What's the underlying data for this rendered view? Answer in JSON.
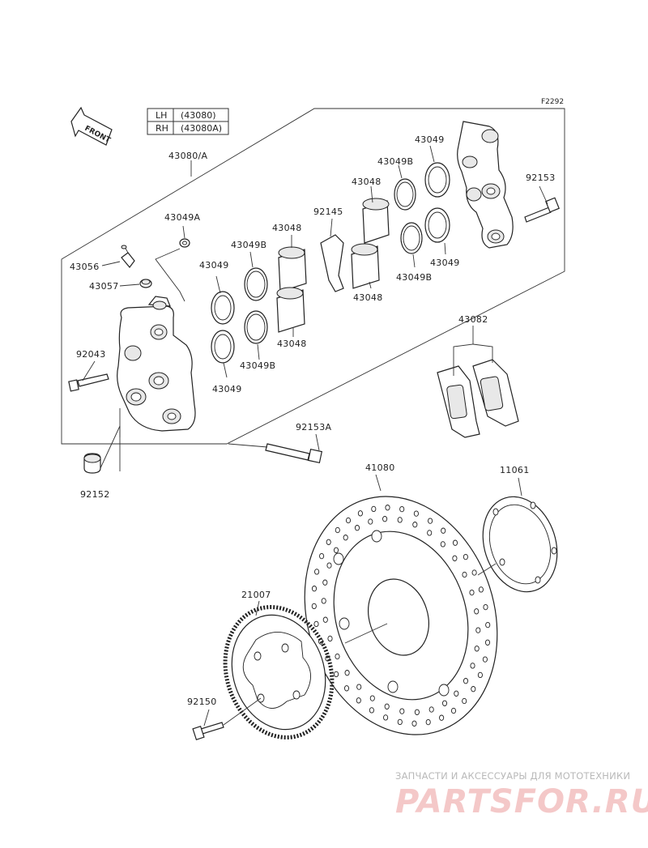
{
  "figure_code": "F2292",
  "front_label": "FRONT",
  "variant_table": {
    "rows": [
      {
        "side": "LH",
        "part": "(43080)"
      },
      {
        "side": "RH",
        "part": "(43080A)"
      }
    ]
  },
  "parts": {
    "p43080": "43080/A",
    "p43049A": "43049A",
    "p43056": "43056",
    "p43057": "43057",
    "p92043": "92043",
    "p92152": "92152",
    "p43049_a": "43049",
    "p43049B_a": "43049B",
    "p43048_a": "43048",
    "p43048_b": "43048",
    "p43049B_b": "43049B",
    "p43049_b": "43049",
    "p92145": "92145",
    "p43048_c": "43048",
    "p43049B_c": "43049B",
    "p43048_d": "43048",
    "p43049_c": "43049",
    "p43049B_d": "43049B",
    "p43049_d": "43049",
    "p92153": "92153",
    "p43082": "43082",
    "p92153A": "92153A",
    "p41080": "41080",
    "p11061": "11061",
    "p21007": "21007",
    "p92150": "92150"
  },
  "watermark": {
    "line1": "ЗАПЧАСТИ И АКСЕССУАРЫ ДЛЯ МОТОТЕХНИКИ",
    "line2": "PARTSFOR.RU",
    "color": "#e06464"
  }
}
